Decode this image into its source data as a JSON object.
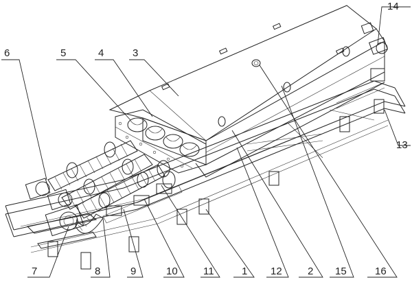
{
  "figure": {
    "callouts": [
      "1",
      "2",
      "3",
      "4",
      "5",
      "6",
      "7",
      "8",
      "9",
      "10",
      "11",
      "12",
      "13",
      "14",
      "15",
      "16"
    ]
  }
}
